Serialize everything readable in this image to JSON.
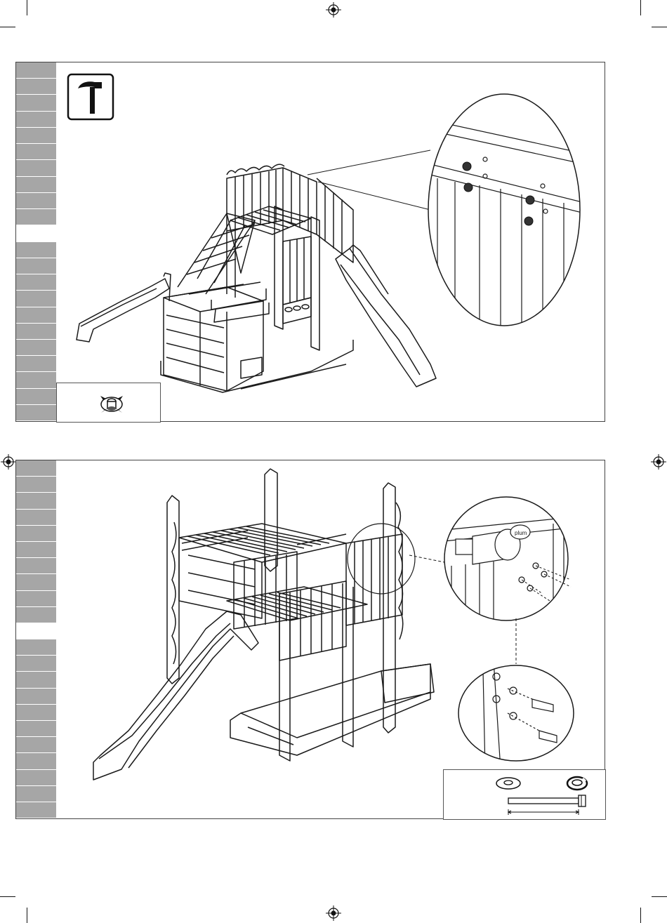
{
  "document": {
    "page": {
      "background": "#ffffff",
      "tab_color": "#a6a6a6",
      "line_color": "#1a1a1a"
    },
    "step1": {
      "tool_icon": "hammer-icon",
      "tab_count": 22,
      "highlight_tab_index": 10,
      "parts": [
        {
          "icon": "tee-nut-icon"
        }
      ]
    },
    "step2": {
      "tab_count": 22,
      "highlight_tab_index": 10,
      "nameplate_text": "plum",
      "parts": [
        {
          "icon": "washer-icon"
        },
        {
          "icon": "spring-washer-icon"
        },
        {
          "icon": "bolt-icon"
        }
      ]
    }
  }
}
